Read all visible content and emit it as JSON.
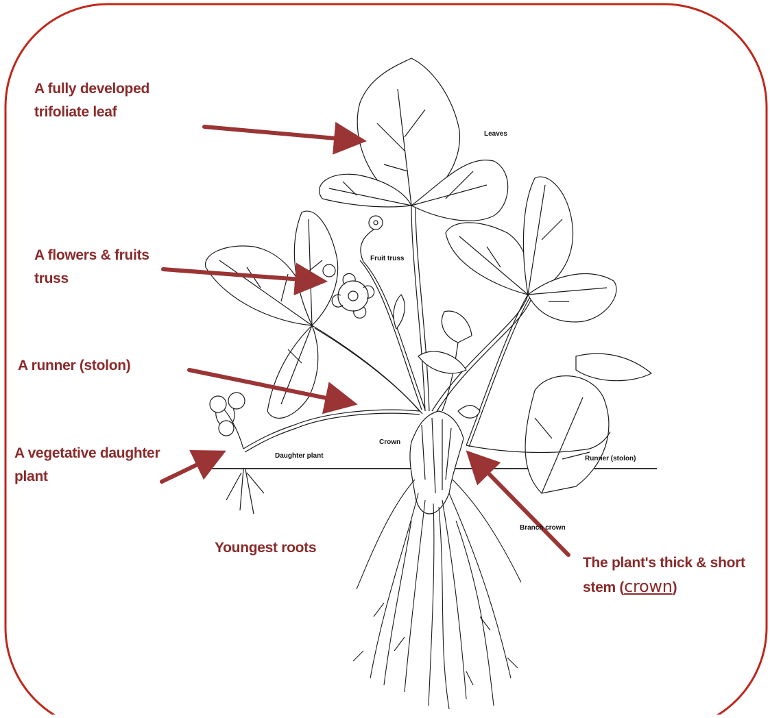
{
  "colors": {
    "frame": "#c0271a",
    "arrow": "#9b3434",
    "callout_text": "#8b2a2a",
    "ink": "#1a1a1a"
  },
  "callouts": {
    "leaf_line1": "A fully developed",
    "leaf_line2": "trifoliate leaf",
    "truss_line1": "A flowers & fruits",
    "truss_line2": "truss",
    "runner": "A runner (stolon)",
    "daughter_line1": "A vegetative daughter",
    "daughter_line2": "plant",
    "youngest_roots": "Youngest roots",
    "crown_line1": "The plant's thick & short",
    "crown_line2_prefix": "stem (",
    "crown_word": "crown",
    "crown_line2_suffix": ")"
  },
  "diagram_labels": {
    "leaves": "Leaves",
    "fruit_truss": "Fruit truss",
    "crown": "Crown",
    "daughter_plant": "Daughter plant",
    "runner_stolon": "Runner (stolon)",
    "branch_crown": "Branch crown"
  }
}
